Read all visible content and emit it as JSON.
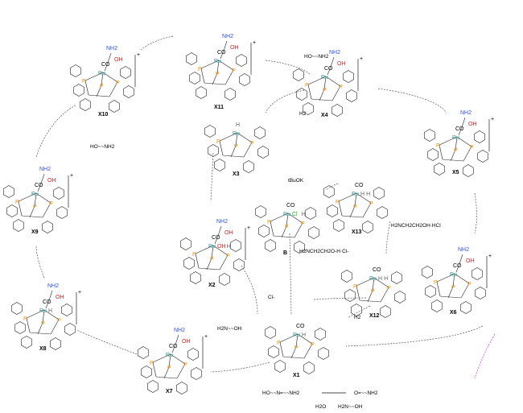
{
  "colors": {
    "ru": "#2a8c8c",
    "p": "#f08c00",
    "o": "#e02020",
    "n": "#3050e0",
    "cl": "#20b020",
    "h": "#666666",
    "arrow": "#555555",
    "pink": "#e040e0"
  },
  "complexes": [
    {
      "id": "X11",
      "ligands": [
        "CO"
      ],
      "charged": true
    },
    {
      "id": "X10",
      "ligands": [
        "CO"
      ],
      "charged": true
    },
    {
      "id": "X4",
      "ligands": [
        "CO"
      ],
      "charged": true
    },
    {
      "id": "X3",
      "ligands": [
        "H"
      ],
      "charged": false
    },
    {
      "id": "X5",
      "ligands": [
        "CO"
      ],
      "charged": true
    },
    {
      "id": "B",
      "ligands": [
        "CO",
        "Cl",
        "H"
      ],
      "charged": false
    },
    {
      "id": "X13",
      "ligands": [
        "CO",
        "H",
        "H"
      ],
      "charged": false
    },
    {
      "id": "X2",
      "ligands": [
        "CO",
        "OH",
        "H"
      ],
      "charged": true
    },
    {
      "id": "X6",
      "ligands": [
        "CO"
      ],
      "charged": true
    },
    {
      "id": "X12",
      "ligands": [
        "CO",
        "H",
        "H"
      ],
      "charged": false
    },
    {
      "id": "X9",
      "ligands": [
        "CO"
      ],
      "charged": true
    },
    {
      "id": "X8",
      "ligands": [
        "CO",
        "H"
      ],
      "charged": true
    },
    {
      "id": "X1",
      "ligands": [
        "CO",
        "H"
      ],
      "charged": false
    },
    {
      "id": "X7",
      "ligands": [
        "CO"
      ],
      "charged": true
    }
  ],
  "atoms": {
    "ru": "Ru",
    "p": "P",
    "nh2": "NH2",
    "oh": "OH",
    "o": "O",
    "charge": "+"
  },
  "reagents": {
    "tbuok": "tBuOK",
    "amine_hcl": "H2NCH2CH2OH·HCl",
    "amine_hcl2": "H2NCH2CH2O-H·Cl-",
    "cl": "Cl-",
    "h2_top": "H2",
    "h2_mid": "H2",
    "ethanolamine_left": "HO~~NH2",
    "ethanolamine_top": "HO~~NH2",
    "ethanolamine_x2": "H2N~~OH",
    "imine": "HO~~N=~~NH2",
    "aldehyde": "O=~~NH2",
    "water": "H2O",
    "ethanolamine_bottom": "H2N~~OH"
  }
}
